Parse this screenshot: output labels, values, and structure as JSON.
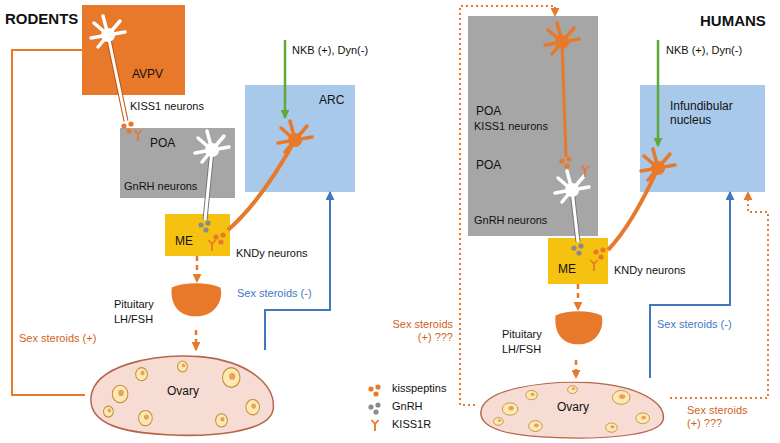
{
  "diagram": {
    "nodes": [
      {
        "text": [
          "AVPV",
          "KISS1 neurons"
        ]
      },
      {
        "text": [
          "POA",
          "GnRH neurons"
        ]
      },
      {
        "text": [
          "ARC"
        ]
      },
      {
        "text": [
          "ME"
        ]
      },
      {
        "text": [
          "Pituitary",
          "LH/FSH"
        ]
      },
      {
        "text": [
          "Ovary"
        ]
      },
      {
        "text": [
          "POA",
          "KISS1 neurons",
          "POA",
          "GnRH neurons"
        ]
      },
      {
        "text": [
          "Infundibular nucleus"
        ]
      },
      {
        "text": [
          "ME"
        ]
      },
      {
        "text": [
          "Pituitary",
          "LH/FSH"
        ]
      },
      {
        "text": [
          "Ovary"
        ]
      }
    ],
    "edges": [
      {
        "from": 5,
        "to": 0,
        "arrow": "none",
        "label": "Sex steroids (+)"
      },
      {
        "from": 5,
        "to": 2,
        "arrow": "to",
        "label": "Sex steroids (-)"
      },
      {
        "from": 3,
        "to": 4,
        "arrow": "to"
      },
      {
        "from": 4,
        "to": 5,
        "arrow": "to"
      },
      {
        "from": 10,
        "to": 6,
        "arrow": "to",
        "label": "Sex steroids (+) ???"
      },
      {
        "from": 10,
        "to": 7,
        "arrow": "to",
        "label": "Sex steroids (-)"
      },
      {
        "from": 10,
        "to": 7,
        "arrow": "to",
        "label": "Sex steroids (+) ???"
      },
      {
        "from": 8,
        "to": 9,
        "arrow": "to"
      },
      {
        "from": 9,
        "to": 10,
        "arrow": "to"
      }
    ],
    "labels": [
      "RODENTS",
      "NKB (+), Dyn(-)",
      "KNDy neurons",
      "HUMANS",
      "NKB (+), Dyn(-)",
      "KNDy neurons"
    ],
    "legend": [
      {
        "text": "kisspeptins"
      },
      {
        "text": "GnRH"
      },
      {
        "text": "KISS1R"
      }
    ]
  }
}
